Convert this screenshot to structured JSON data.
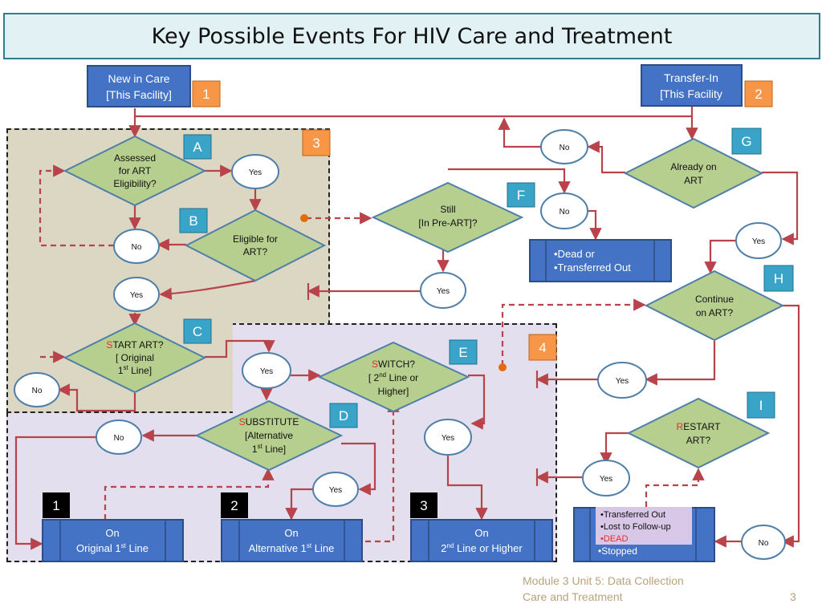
{
  "title": "Key Possible Events For HIV Care and Treatment",
  "footer": {
    "line1": "Module 3 Unit 5: Data Collection",
    "line2": "Care and Treatment",
    "page": "3"
  },
  "colors": {
    "box_blue": "#4472c4",
    "decision_green": "#b7cf8e",
    "arrow_red": "#b8434a",
    "orange_badge": "#f79646",
    "cyan_badge": "#3aa4c8"
  },
  "entry_boxes": {
    "new_in_care": [
      "New in Care",
      "[This Facility]"
    ],
    "transfer_in": [
      "Transfer-In",
      "[This Facility"
    ]
  },
  "badges": {
    "orange": [
      "1",
      "2",
      "3",
      "4"
    ],
    "letters": [
      "A",
      "B",
      "C",
      "D",
      "E",
      "F",
      "G",
      "H",
      "I"
    ],
    "black": [
      "1",
      "2",
      "3"
    ]
  },
  "decisions": {
    "A": [
      "Assessed",
      "for ART",
      "Eligibility?"
    ],
    "B": [
      "Eligible for",
      "ART?"
    ],
    "C": [
      "TART ART?",
      "[ Original",
      "Line]"
    ],
    "D": [
      "UBSTITUTE",
      "[Alternative",
      "Line]"
    ],
    "E": [
      "WITCH?",
      "[ 2",
      "Line or",
      "Higher]"
    ],
    "F": [
      "Still",
      "[In Pre-ART]?"
    ],
    "G": [
      "Already on",
      "ART"
    ],
    "H": [
      "Continue",
      "on ART?"
    ],
    "I": [
      "ESTART",
      "ART?"
    ]
  },
  "decision_initials": {
    "C": "S",
    "D": "S",
    "E": "S",
    "I": "R"
  },
  "ordinal": {
    "st": "st",
    "nd": "nd"
  },
  "yes": "Yes",
  "no": "No",
  "outcome_boxes": {
    "original": [
      "On",
      "Original 1",
      " Line"
    ],
    "alternative": [
      "On",
      "Alternative 1",
      " Line"
    ],
    "second": [
      "On",
      "2",
      " Line or Higher"
    ]
  },
  "dead_transferred": [
    "•Dead or",
    "•Transferred Out"
  ],
  "stopped_box": {
    "items": [
      "•Transferred Out",
      "•Lost to Follow-up"
    ],
    "dead": "•DEAD",
    "stopped": "•Stopped"
  }
}
